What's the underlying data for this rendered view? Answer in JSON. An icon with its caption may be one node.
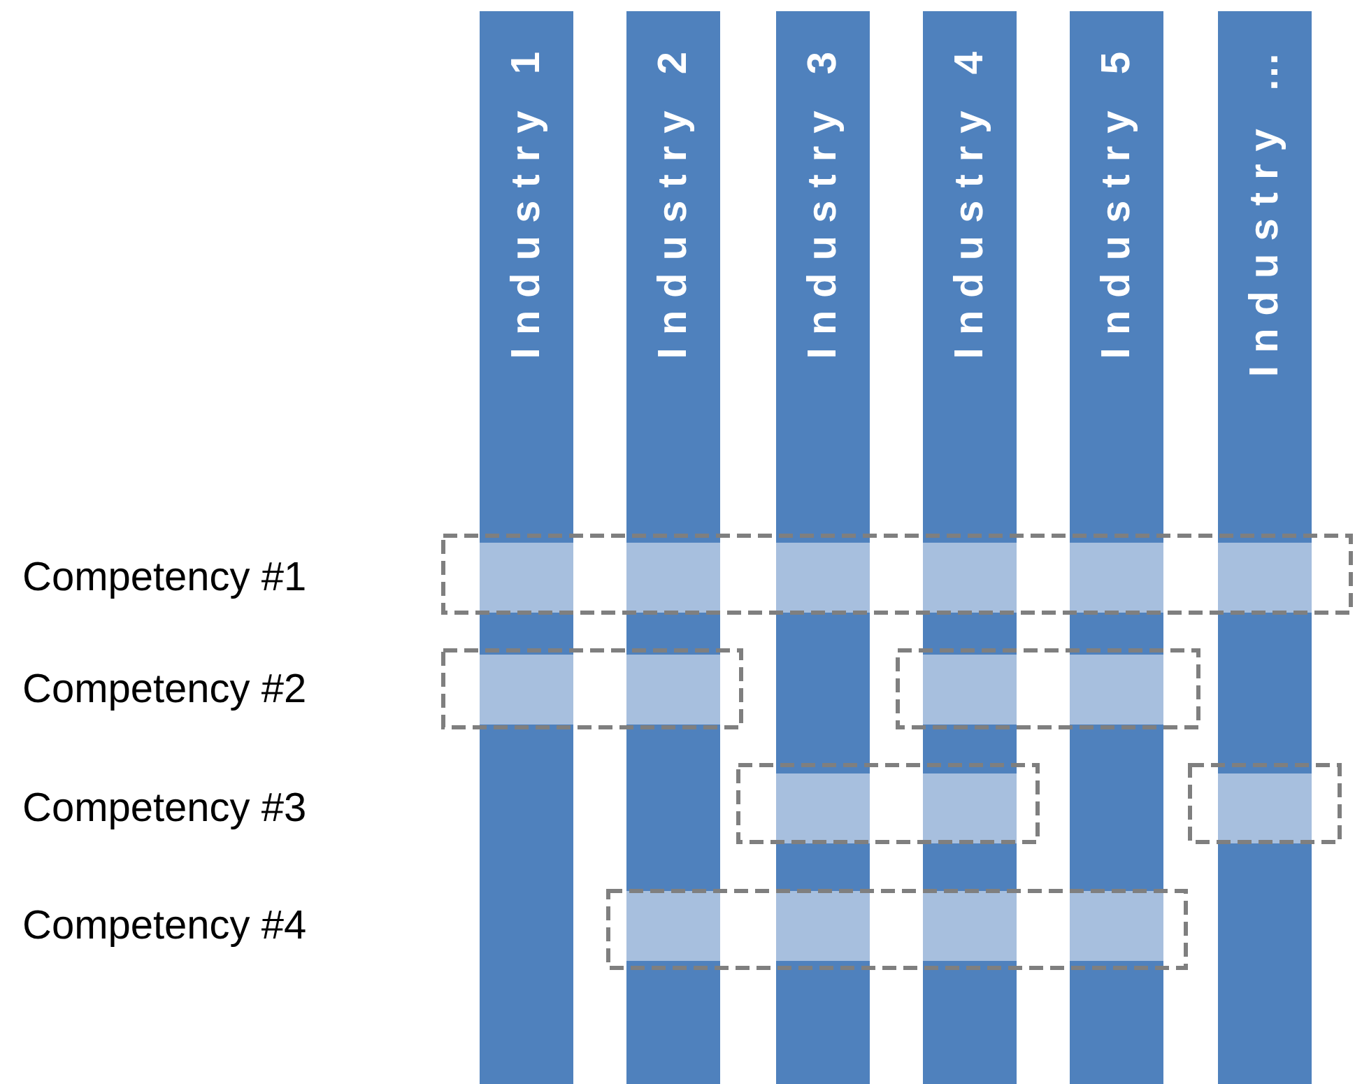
{
  "diagram": {
    "nodes": [
      {
        "text": [
          "Industry 1"
        ]
      },
      {
        "text": [
          "Industry 2"
        ]
      },
      {
        "text": [
          "Industry 3"
        ]
      },
      {
        "text": [
          "Industry 4"
        ]
      },
      {
        "text": [
          "Industry 5"
        ]
      },
      {
        "text": [
          "Industry …"
        ]
      }
    ],
    "edges": [],
    "labels": [
      "Competency #1",
      "Competency #2",
      "Competency #3",
      "Competency #4"
    ]
  }
}
